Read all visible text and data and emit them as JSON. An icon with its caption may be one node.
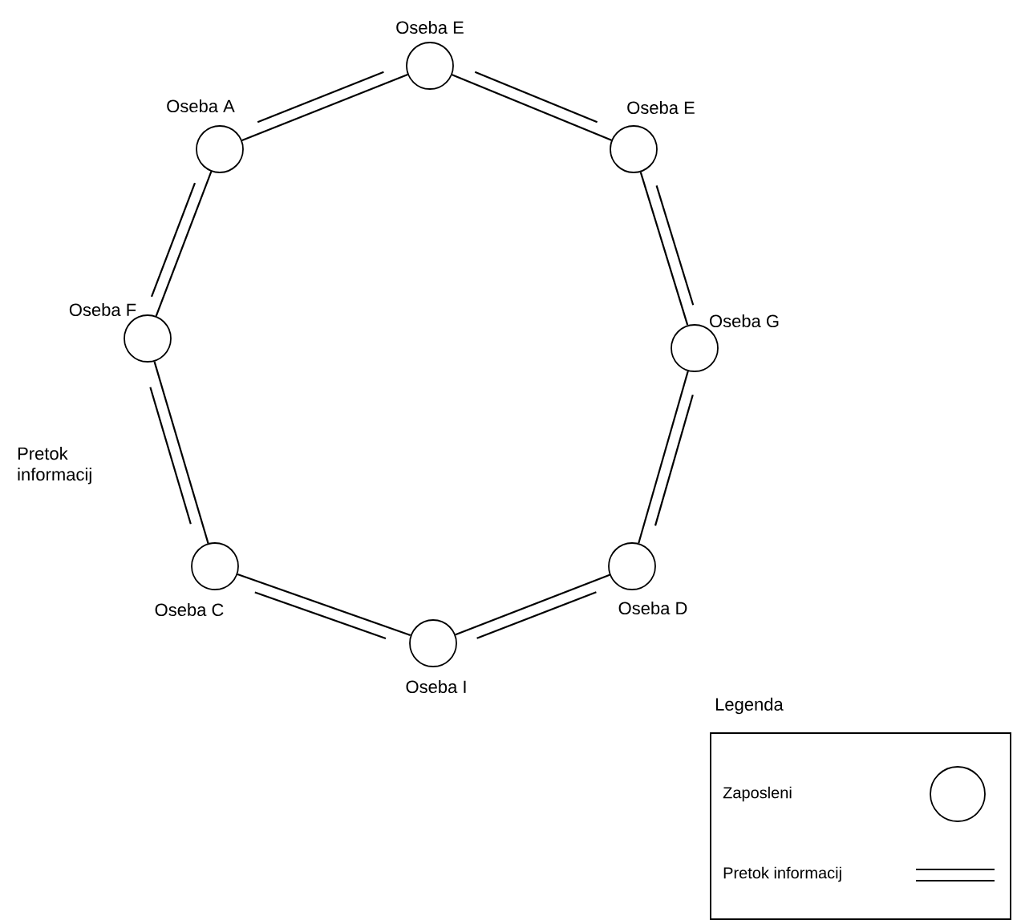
{
  "diagram": {
    "nodes": [
      {
        "text": [
          "Oseba E"
        ]
      },
      {
        "text": [
          "Oseba A"
        ]
      },
      {
        "text": [
          "Oseba E"
        ]
      },
      {
        "text": [
          "Oseba F"
        ]
      },
      {
        "text": [
          "Oseba G"
        ]
      },
      {
        "text": [
          "Oseba C"
        ]
      },
      {
        "text": [
          "Oseba D"
        ]
      },
      {
        "text": [
          "Oseba I"
        ]
      }
    ],
    "edges": [
      {
        "from": 1,
        "to": 0,
        "arrow": "none"
      },
      {
        "from": 0,
        "to": 2,
        "arrow": "none"
      },
      {
        "from": 2,
        "to": 4,
        "arrow": "none"
      },
      {
        "from": 4,
        "to": 6,
        "arrow": "none"
      },
      {
        "from": 6,
        "to": 7,
        "arrow": "none"
      },
      {
        "from": 7,
        "to": 5,
        "arrow": "none"
      },
      {
        "from": 5,
        "to": 3,
        "arrow": "none"
      },
      {
        "from": 3,
        "to": 1,
        "arrow": "none"
      }
    ],
    "labels": [
      "Pretok informacij",
      "Legenda"
    ],
    "legend": [
      {
        "text": "Zaposleni"
      },
      {
        "text": "Pretok informacij"
      }
    ]
  }
}
